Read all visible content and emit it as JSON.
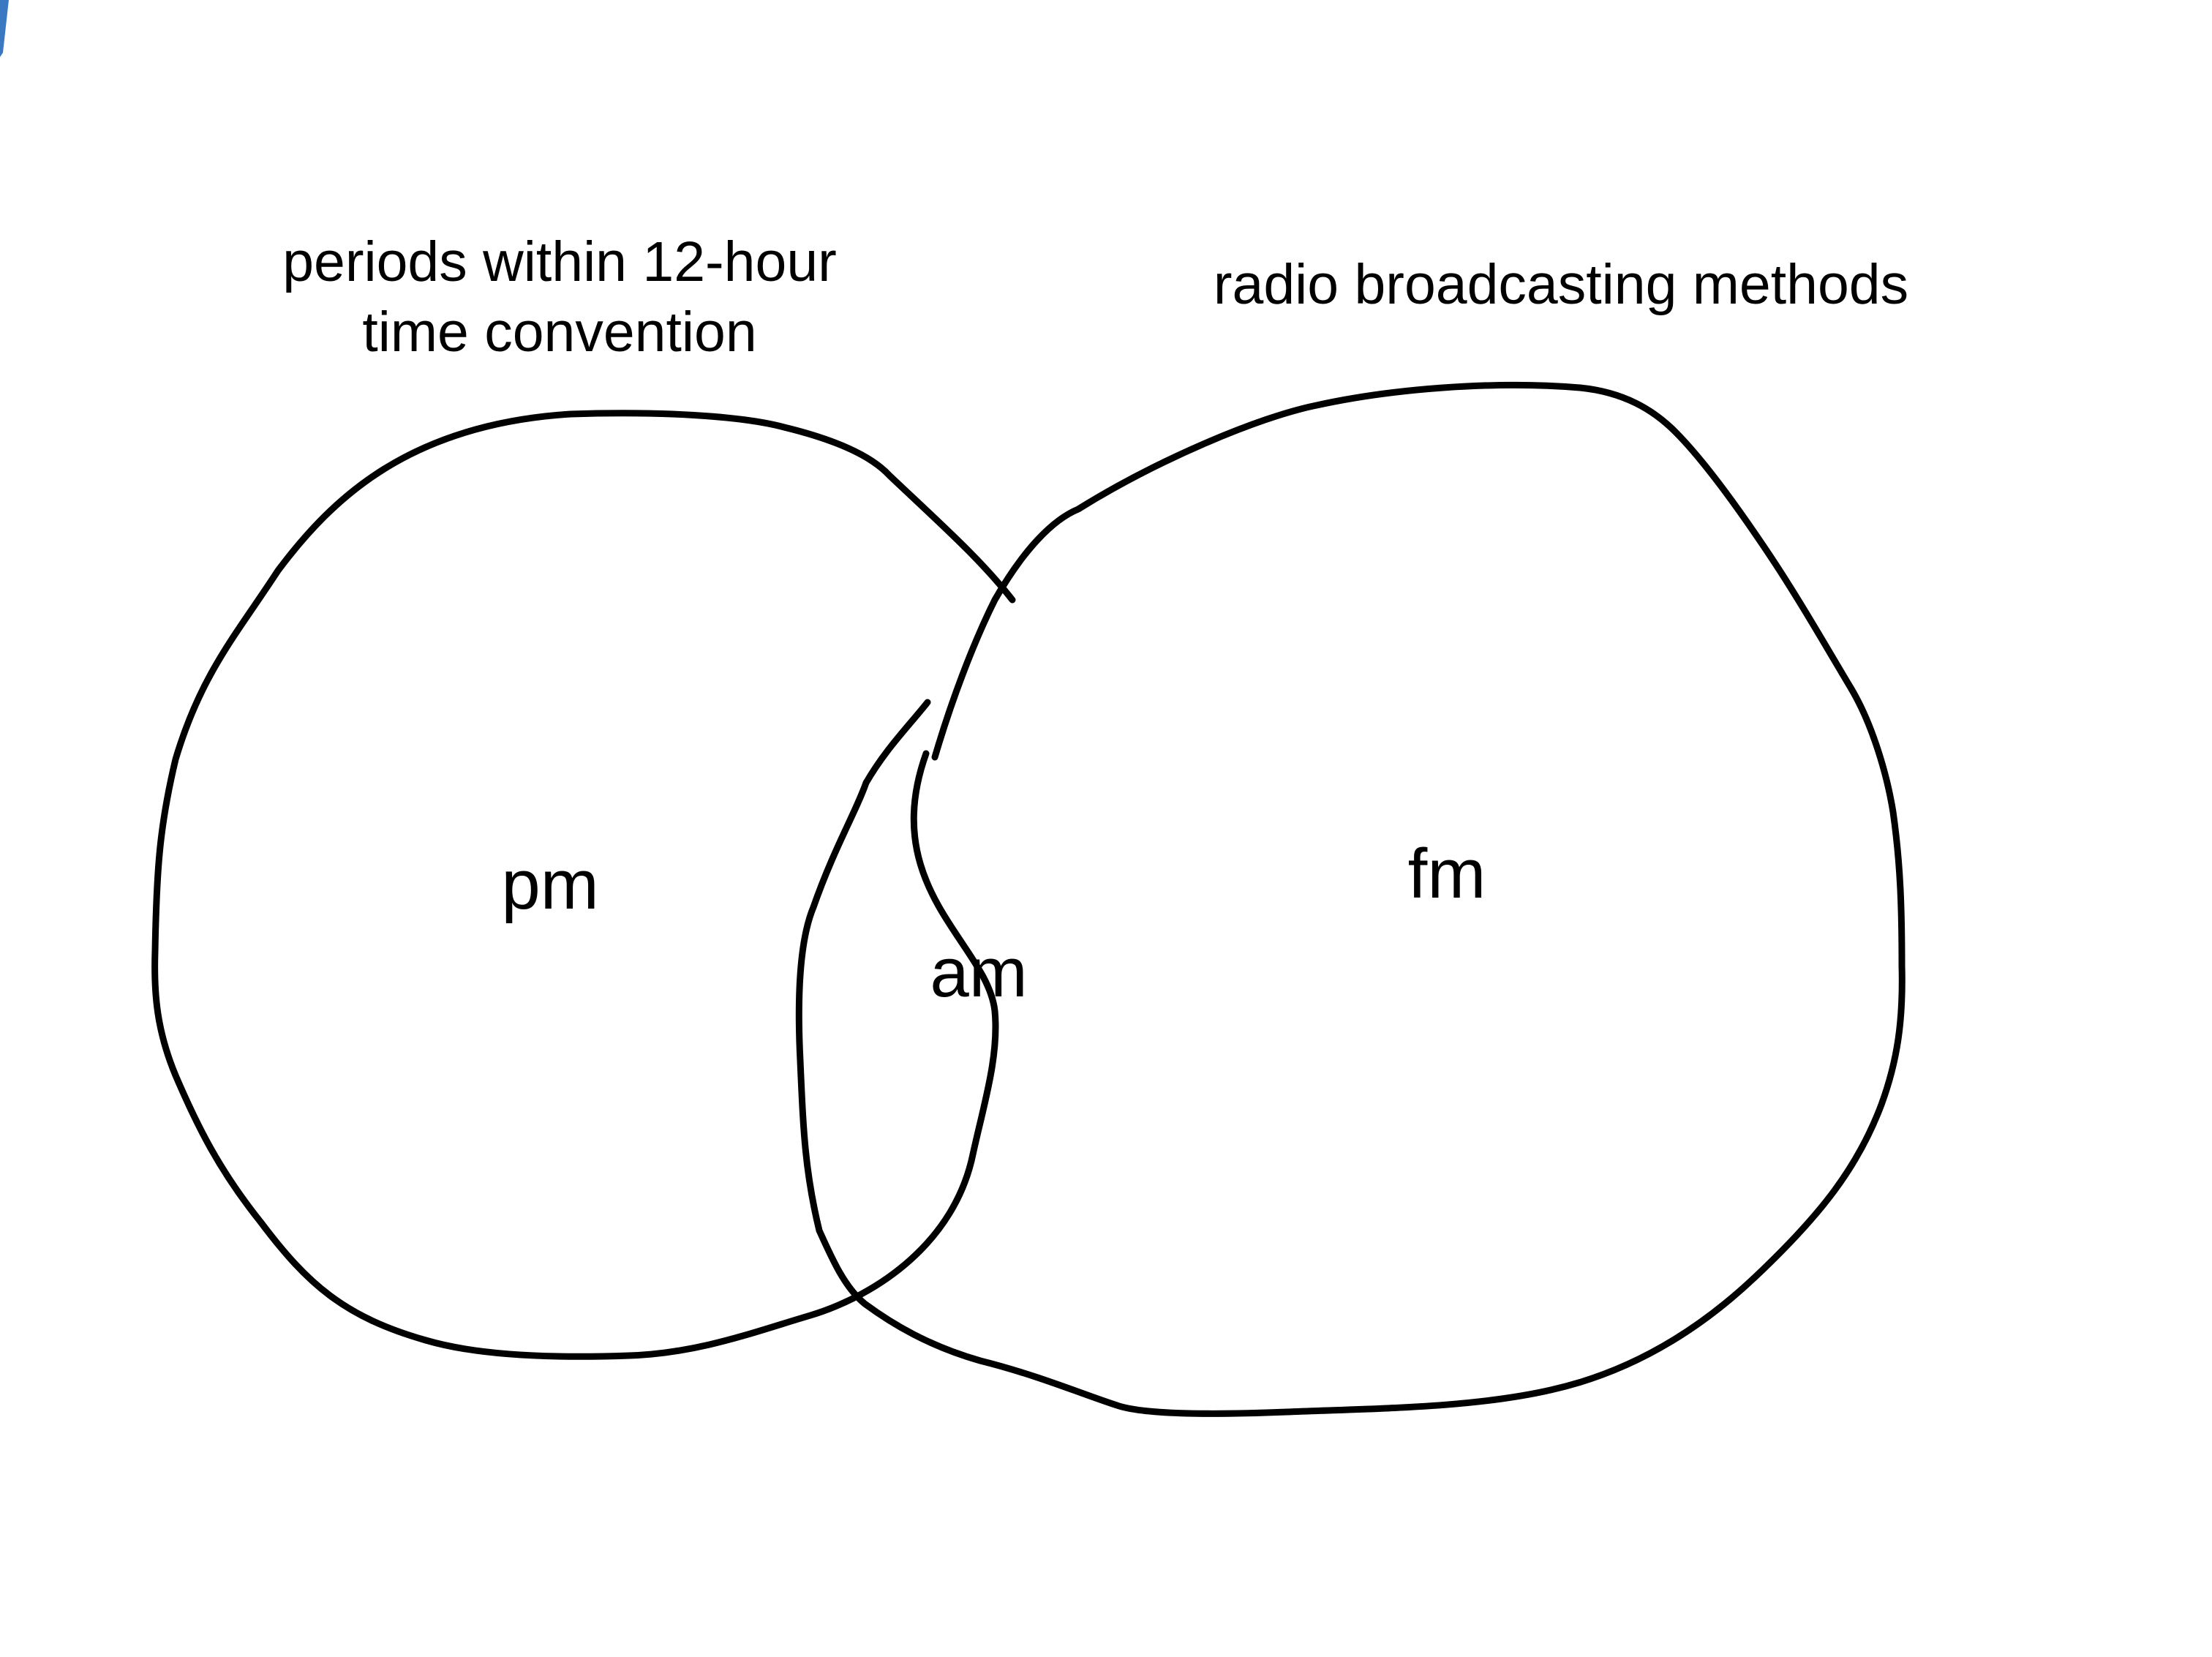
{
  "diagram": {
    "type": "venn",
    "sets": [
      {
        "title_lines": [
          "periods within 12-hour",
          "time convention"
        ]
      },
      {
        "title_lines": [
          "radio broadcasting methods"
        ]
      }
    ],
    "regions": {
      "left_only": "pm",
      "intersection": "am",
      "right_only": "fm"
    },
    "colors": {
      "stroke": "#000000",
      "background": "#ffffff",
      "corner_accent": "#3a78c2"
    }
  }
}
